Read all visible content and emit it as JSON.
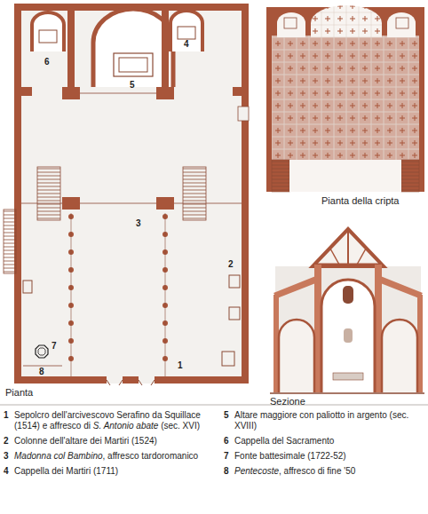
{
  "diagram": {
    "labels": [
      "Pianta",
      "Pianta della cripta",
      "Sezione",
      "1",
      "2",
      "3",
      "4",
      "5",
      "6",
      "7",
      "8",
      "1",
      "Sepolcro dell'arcivescovo Serafino da Squillace (1514) e affresco di",
      "S. Antonio abate",
      "(sec. XVI)",
      "2",
      "Colonne dell'altare dei Martiri (1524)",
      "3",
      "Madonna col Bambino",
      ", affresco tardoromanico",
      "4",
      "Cappella dei Martiri (1711)",
      "5",
      "Altare maggiore con paliotto in argento (sec. XVIII)",
      "6",
      "Cappella del Sacramento",
      "7",
      "Fonte battesimale (1722-52)",
      "8",
      "Pentecoste",
      ", affresco di fine '50"
    ]
  }
}
